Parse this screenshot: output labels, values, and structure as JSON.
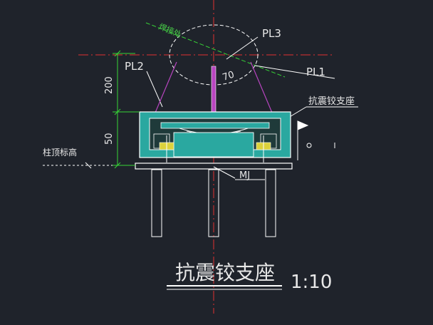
{
  "drawing": {
    "title": "抗震铰支座",
    "scale": "1:10",
    "labels": {
      "pl3": "PL3",
      "pl2": "PL2",
      "pl1": "PL1",
      "bearing": "抗震铰支座",
      "mj": "MJ",
      "column_top": "柱顶标高",
      "weld": "焊接处",
      "angle": "70"
    },
    "dimensions": {
      "upper": "200",
      "lower": "50"
    }
  },
  "colors": {
    "background": "#1f232b",
    "centerline": "#e03030",
    "outline": "#ffffff",
    "fill": "#2aa8a0",
    "dimension": "#37d437",
    "plate": "#b845c0",
    "bolt": "#dcd23c"
  }
}
